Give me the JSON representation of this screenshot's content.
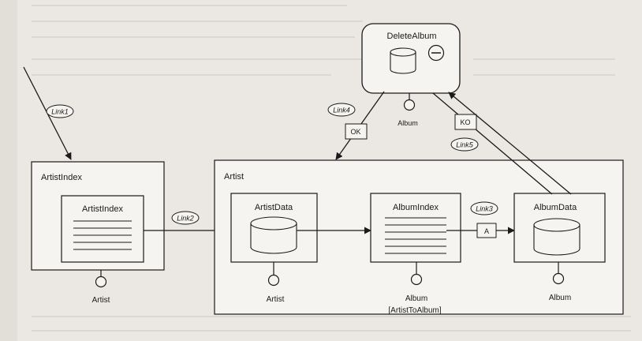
{
  "diagram": {
    "nodes": {
      "artist_index_outer": {
        "label": "ArtistIndex"
      },
      "artist_index_inner": {
        "label": "ArtistIndex"
      },
      "artist_outer": {
        "label": "Artist"
      },
      "artist_data": {
        "label": "ArtistData"
      },
      "album_index": {
        "label": "AlbumIndex"
      },
      "album_data": {
        "label": "AlbumData"
      },
      "delete_album": {
        "label": "DeleteAlbum"
      }
    },
    "ports": {
      "artist_index_port": {
        "label": "Artist"
      },
      "artist_data_port": {
        "label": "Artist"
      },
      "album_index_port": {
        "label": "Album",
        "sublabel": "[ArtistToAlbum]"
      },
      "album_data_port": {
        "label": "Album"
      },
      "delete_album_port": {
        "label": "Album"
      }
    },
    "links": {
      "link1": {
        "label": "Link1"
      },
      "link2": {
        "label": "Link2"
      },
      "link3": {
        "label": "Link3"
      },
      "link4": {
        "label": "Link4"
      },
      "link5": {
        "label": "Link5"
      }
    },
    "tags": {
      "ok": {
        "label": "OK"
      },
      "ko": {
        "label": "KO"
      },
      "a": {
        "label": "A"
      }
    }
  }
}
